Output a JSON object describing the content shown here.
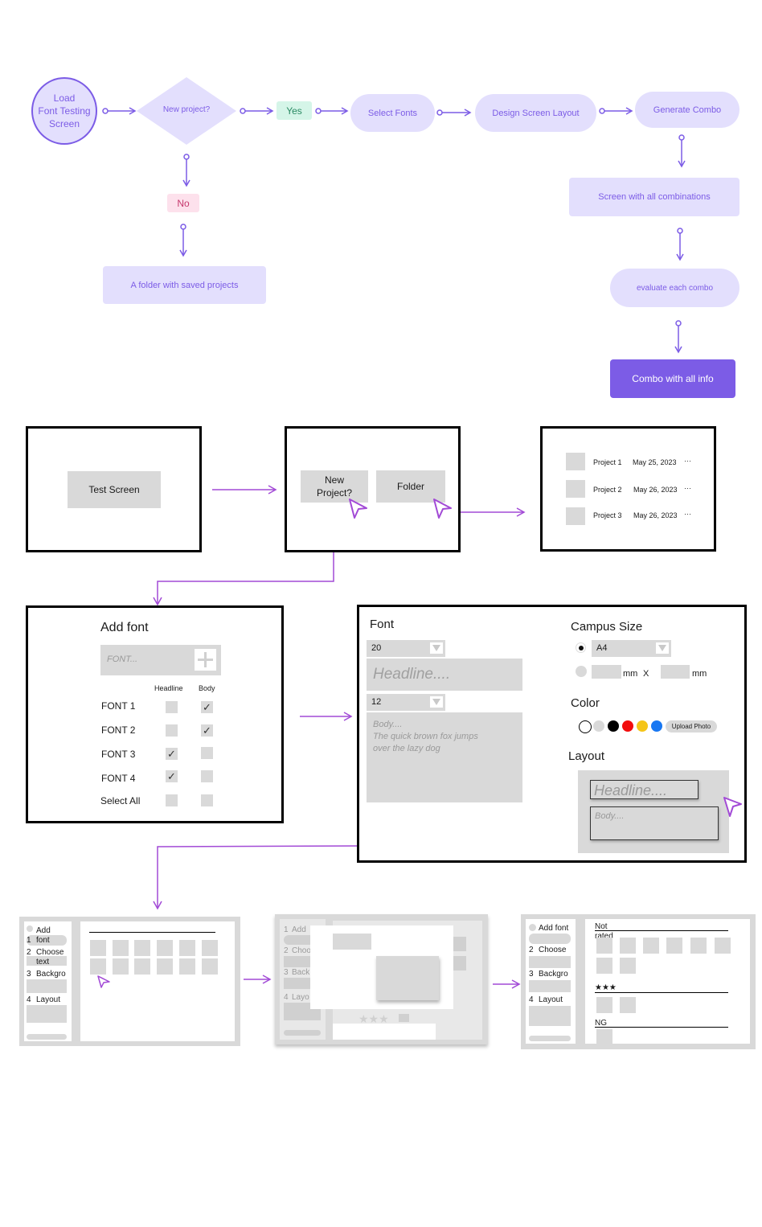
{
  "flowchart": {
    "start": "Load\nFont Testing\nScreen",
    "decision": "New project?",
    "yes": "Yes",
    "no": "No",
    "select_fonts": "Select Fonts",
    "design_layout": "Design Screen Layout",
    "generate_combo": "Generate Combo",
    "screen_combinations": "Screen with all combinations",
    "evaluate": "evaluate each combo",
    "combo_all_info": "Combo with all info",
    "saved_folder": "A folder with saved projects"
  },
  "wire1": {
    "test_screen": "Test Screen"
  },
  "wire2": {
    "new_project": "New\nProject?",
    "folder": "Folder"
  },
  "wire3": {
    "projects": [
      {
        "name": "Project 1",
        "date": "May 25, 2023",
        "more": "···"
      },
      {
        "name": "Project 2",
        "date": "May 26, 2023",
        "more": "···"
      },
      {
        "name": "Project 3",
        "date": "May 26, 2023",
        "more": "···"
      }
    ]
  },
  "add_font": {
    "title": "Add font",
    "placeholder": "FONT...",
    "col_headline": "Headline",
    "col_body": "Body",
    "rows": [
      {
        "label": "FONT 1",
        "headline": "",
        "body": "✓"
      },
      {
        "label": "FONT 2",
        "headline": "",
        "body": "✓"
      },
      {
        "label": "FONT 3",
        "headline": "✓",
        "body": ""
      },
      {
        "label": "FONT 4",
        "headline": "✓",
        "body": ""
      },
      {
        "label": "Select All",
        "headline": "",
        "body": ""
      }
    ]
  },
  "design": {
    "font_title": "Font",
    "headline_size": "20",
    "headline_preview": "Headline....",
    "body_size": "12",
    "body_preview": "Body....\nThe quick brown fox jumps\nover the lazy dog",
    "canvas_title": "Campus Size",
    "canvas_preset": "A4",
    "mm1": "mm",
    "x": "X",
    "mm2": "mm",
    "color_title": "Color",
    "colors": [
      "#ffffff",
      "#d9d9d9",
      "#000000",
      "#f20d0d",
      "#f5c518",
      "#1877f2"
    ],
    "upload_photo": "Upload Photo",
    "layout_title": "Layout",
    "layout_headline": "Headline....",
    "layout_body": "Body...."
  },
  "thumb1": {
    "steps": [
      {
        "num": "",
        "label": "Add"
      },
      {
        "num": "1",
        "label": "font"
      },
      {
        "num": "2",
        "label": "Choose"
      },
      {
        "num": "",
        "label": "text"
      },
      {
        "num": "3",
        "label": "Backgro"
      },
      {
        "num": "4",
        "label": "Layout"
      }
    ]
  },
  "thumb2": {
    "steps": [
      {
        "num": "1",
        "label": "Add"
      },
      {
        "num": "2",
        "label": "Choo"
      },
      {
        "num": "3",
        "label": "Back"
      },
      {
        "num": "4",
        "label": "Layo"
      }
    ],
    "stars": "★★★"
  },
  "thumb3": {
    "steps": [
      {
        "num": "",
        "label": "Add font"
      },
      {
        "num": "2",
        "label": "Choose"
      },
      {
        "num": "3",
        "label": "Backgro"
      },
      {
        "num": "4",
        "label": "Layout"
      }
    ],
    "not": "Not",
    "rated": "rated",
    "stars": "★★★",
    "ng": "NG"
  }
}
